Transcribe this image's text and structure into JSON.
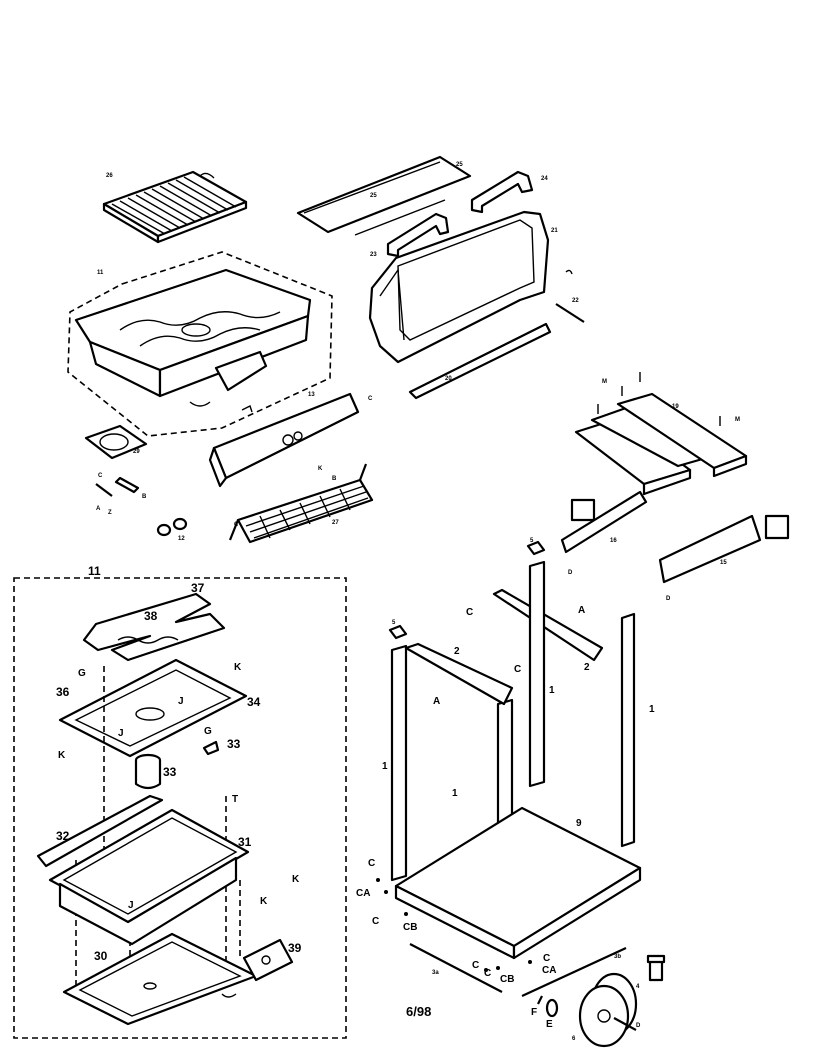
{
  "labels": {
    "grate": "26",
    "lid_gasket": "25",
    "lid_panel": "25",
    "handle_right": "24",
    "handle_left": "23",
    "lid": "21",
    "lid_pin": "22",
    "lid_rod": "20",
    "cooktop_assembly": "11",
    "control_box": "13",
    "control_box_c": "C",
    "control_box_k": "K",
    "seal": "29",
    "burner_part_a": "A",
    "burner_part_b": "B",
    "burner_part_c": "C",
    "burner_part_z": "Z",
    "knobs": "12",
    "basket": "27",
    "basket_b": "B",
    "basket_c": "C",
    "shelf": "19",
    "shelf_m_left": "M",
    "shelf_m_right": "M",
    "bracket_left": "16",
    "bracket_right": "15",
    "bracket_left_d": "D",
    "bracket_right_d": "D",
    "cap": "5",
    "cap_left": "5",
    "rail_c": "C",
    "rail_a": "A",
    "rail_2": "2",
    "frame_top_2": "2",
    "frame_c": "C",
    "frame_a": "A",
    "leg_1_front_left": "1",
    "leg_1_front_mid": "1",
    "leg_1_back_mid": "1",
    "leg_1_back_right": "1",
    "base": "9",
    "inset_title": "11",
    "element": "37",
    "element_tube": "38",
    "frame_plate": "34",
    "label_g1": "G",
    "label_g2": "G",
    "label_36": "36",
    "label_k1": "K",
    "label_k2": "K",
    "label_j1": "J",
    "label_j2": "J",
    "clip": "33",
    "cup": "33",
    "label_t": "T",
    "rim": "32",
    "pan": "31",
    "tray": "30",
    "control": "39",
    "label_k3": "K",
    "label_k4": "K",
    "label_j3": "J",
    "hardware_c1": "C",
    "hardware_ca1": "CA",
    "hardware_c2": "C",
    "hardware_cb1": "CB",
    "axle_3a": "3a",
    "axle_3b": "3b",
    "hardware_c3": "C",
    "hardware_c4": "C",
    "hardware_cb2": "CB",
    "hardware_c5": "C",
    "hardware_ca2": "CA",
    "foot": "4",
    "hub_f": "F",
    "hub_e": "E",
    "wheel": "6",
    "axle_d": "D",
    "date_code": "6/98"
  }
}
